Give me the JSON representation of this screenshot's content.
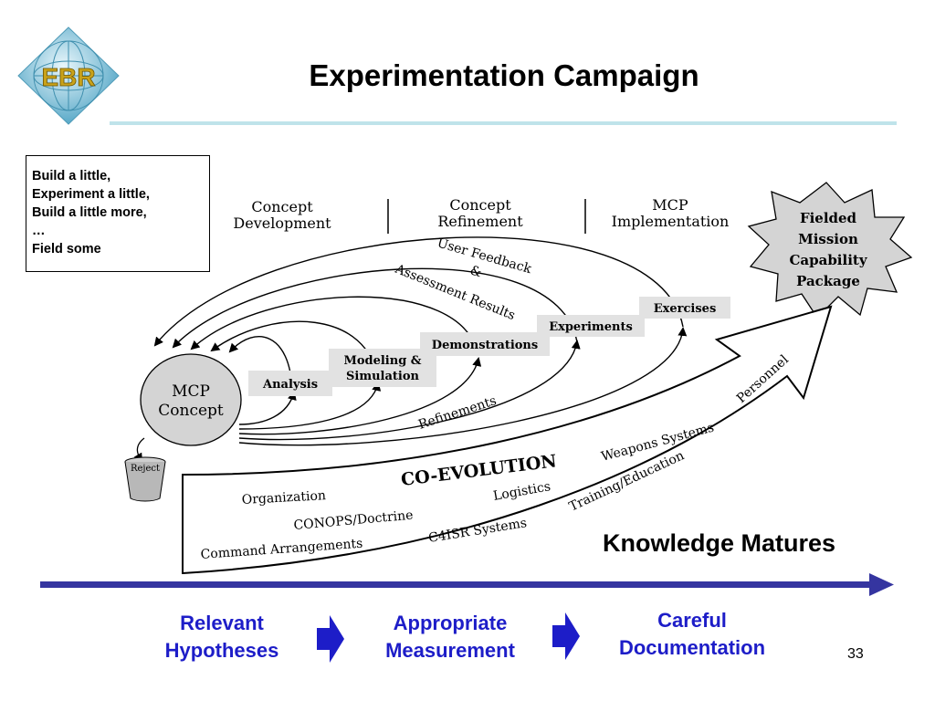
{
  "logo": {
    "text": "EBR"
  },
  "title": "Experimentation Campaign",
  "note": {
    "lines": [
      "Build a little,",
      "Experiment a little,",
      "Build a little more,",
      "…",
      "Field some"
    ]
  },
  "phases": [
    {
      "line1": "Concept",
      "line2": "Development"
    },
    {
      "line1": "Concept",
      "line2": "Refinement"
    },
    {
      "line1": "MCP",
      "line2": "Implementation"
    }
  ],
  "star": {
    "lines": [
      "Fielded",
      "Mission",
      "Capability",
      "Package"
    ]
  },
  "concept": {
    "line1": "MCP",
    "line2": "Concept"
  },
  "reject": "Reject",
  "stages": {
    "analysis": "Analysis",
    "modeling_1": "Modeling &",
    "modeling_2": "Simulation",
    "demonstrations": "Demonstrations",
    "experiments": "Experiments",
    "exercises": "Exercises"
  },
  "loops": {
    "user_feedback": "User Feedback",
    "amp": "&",
    "assessment": "Assessment Results",
    "refinements": "Refinements"
  },
  "coevolution": {
    "title": "CO-EVOLUTION",
    "items": {
      "organization": "Organization",
      "conops": "CONOPS/Doctrine",
      "command": "Command Arrangements",
      "c4isr": "C4ISR Systems",
      "logistics": "Logistics",
      "training": "Training/Education",
      "weapons": "Weapons Systems",
      "personnel": "Personnel"
    }
  },
  "knowledge": "Knowledge Matures",
  "steps": [
    {
      "line1": "Relevant",
      "line2": "Hypotheses"
    },
    {
      "line1": "Appropriate",
      "line2": "Measurement"
    },
    {
      "line1": "Careful",
      "line2": "Documentation"
    }
  ],
  "page_number": "33",
  "colors": {
    "accent_blue": "#1d1dc8",
    "timeline": "#3535a0",
    "rule": "#bfe3ea",
    "stage_box": "#e2e2e2",
    "star_fill": "#d4d4d4"
  }
}
